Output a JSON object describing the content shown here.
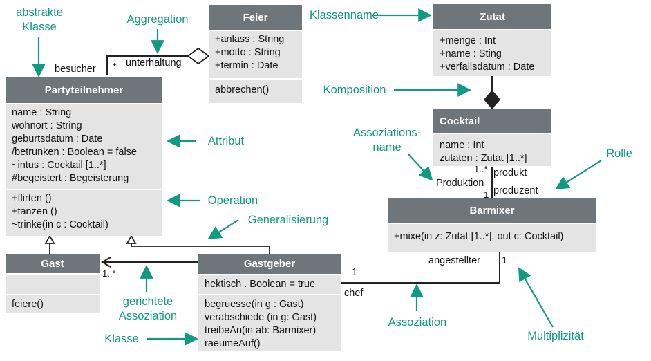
{
  "classes": {
    "party": {
      "name": "Partyteilnehmer",
      "attributes": [
        "name : String",
        "wohnort : String",
        "geburtsdatum : Date",
        "/betrunken : Boolean = false",
        "~intus : Cocktail [1..*]",
        "#begeistert : Begeisterung"
      ],
      "operations": [
        "+flirten ()",
        "+tanzen ()",
        "~trinke(in c : Cocktail)"
      ]
    },
    "feier": {
      "name": "Feier",
      "attributes": [
        "+anlass : String",
        "+motto : String",
        "+termin : Date"
      ],
      "operations": [
        "abbrechen()"
      ]
    },
    "zutat": {
      "name": "Zutat",
      "attributes": [
        "+menge : Int",
        "+name : Sting",
        "+verfallsdatum : Date"
      ]
    },
    "cocktail": {
      "name": "Cocktail",
      "attributes": [
        "name : Int",
        "zutaten : Zutat [1..*]"
      ]
    },
    "barmixer": {
      "name": "Barmixer",
      "operations": [
        "+mixe(in z: Zutat [1..*], out c: Cocktail)"
      ]
    },
    "gast": {
      "name": "Gast",
      "operations": [
        "feiere()"
      ]
    },
    "gastgeber": {
      "name": "Gastgeber",
      "attributes": [
        "hektisch . Boolean = true"
      ],
      "operations": [
        "begruesse(in g : Gast)",
        "verabschiede (in g: Gast)",
        "treibeAn(in ab: Barmixer)",
        "raeumeAuf()"
      ]
    }
  },
  "labels": {
    "besucher": "besucher",
    "star": "*",
    "unterhaltung": "unterhaltung",
    "mult_1_8_star": "1..*",
    "produkt": "produkt",
    "produktion": "Produktion",
    "mult_1": "1",
    "produzent": "produzent",
    "angestellter": "angestellter",
    "mult_1_right": "1",
    "mult_1_left": "1",
    "chef": "chef",
    "mult_gast": "1..*"
  },
  "annotations": {
    "abstrakte_klasse": "abstrakte\nKlasse",
    "aggregation": "Aggregation",
    "klassenname": "Klassenname",
    "komposition": "Komposition",
    "assoziationsname": "Assoziations-\nname",
    "rolle": "Rolle",
    "attribut": "Attribut",
    "operation": "Operation",
    "generalisierung": "Generalisierung",
    "gerichtete_assoziation": "gerichtete\nAssoziation",
    "klasse": "Klasse",
    "assoziation": "Assoziation",
    "multiplizitaet": "Multiplizität"
  },
  "colors": {
    "header": "#6e767c",
    "section": "#e4e4e4",
    "annotation": "#119a82",
    "line": "#222222"
  }
}
